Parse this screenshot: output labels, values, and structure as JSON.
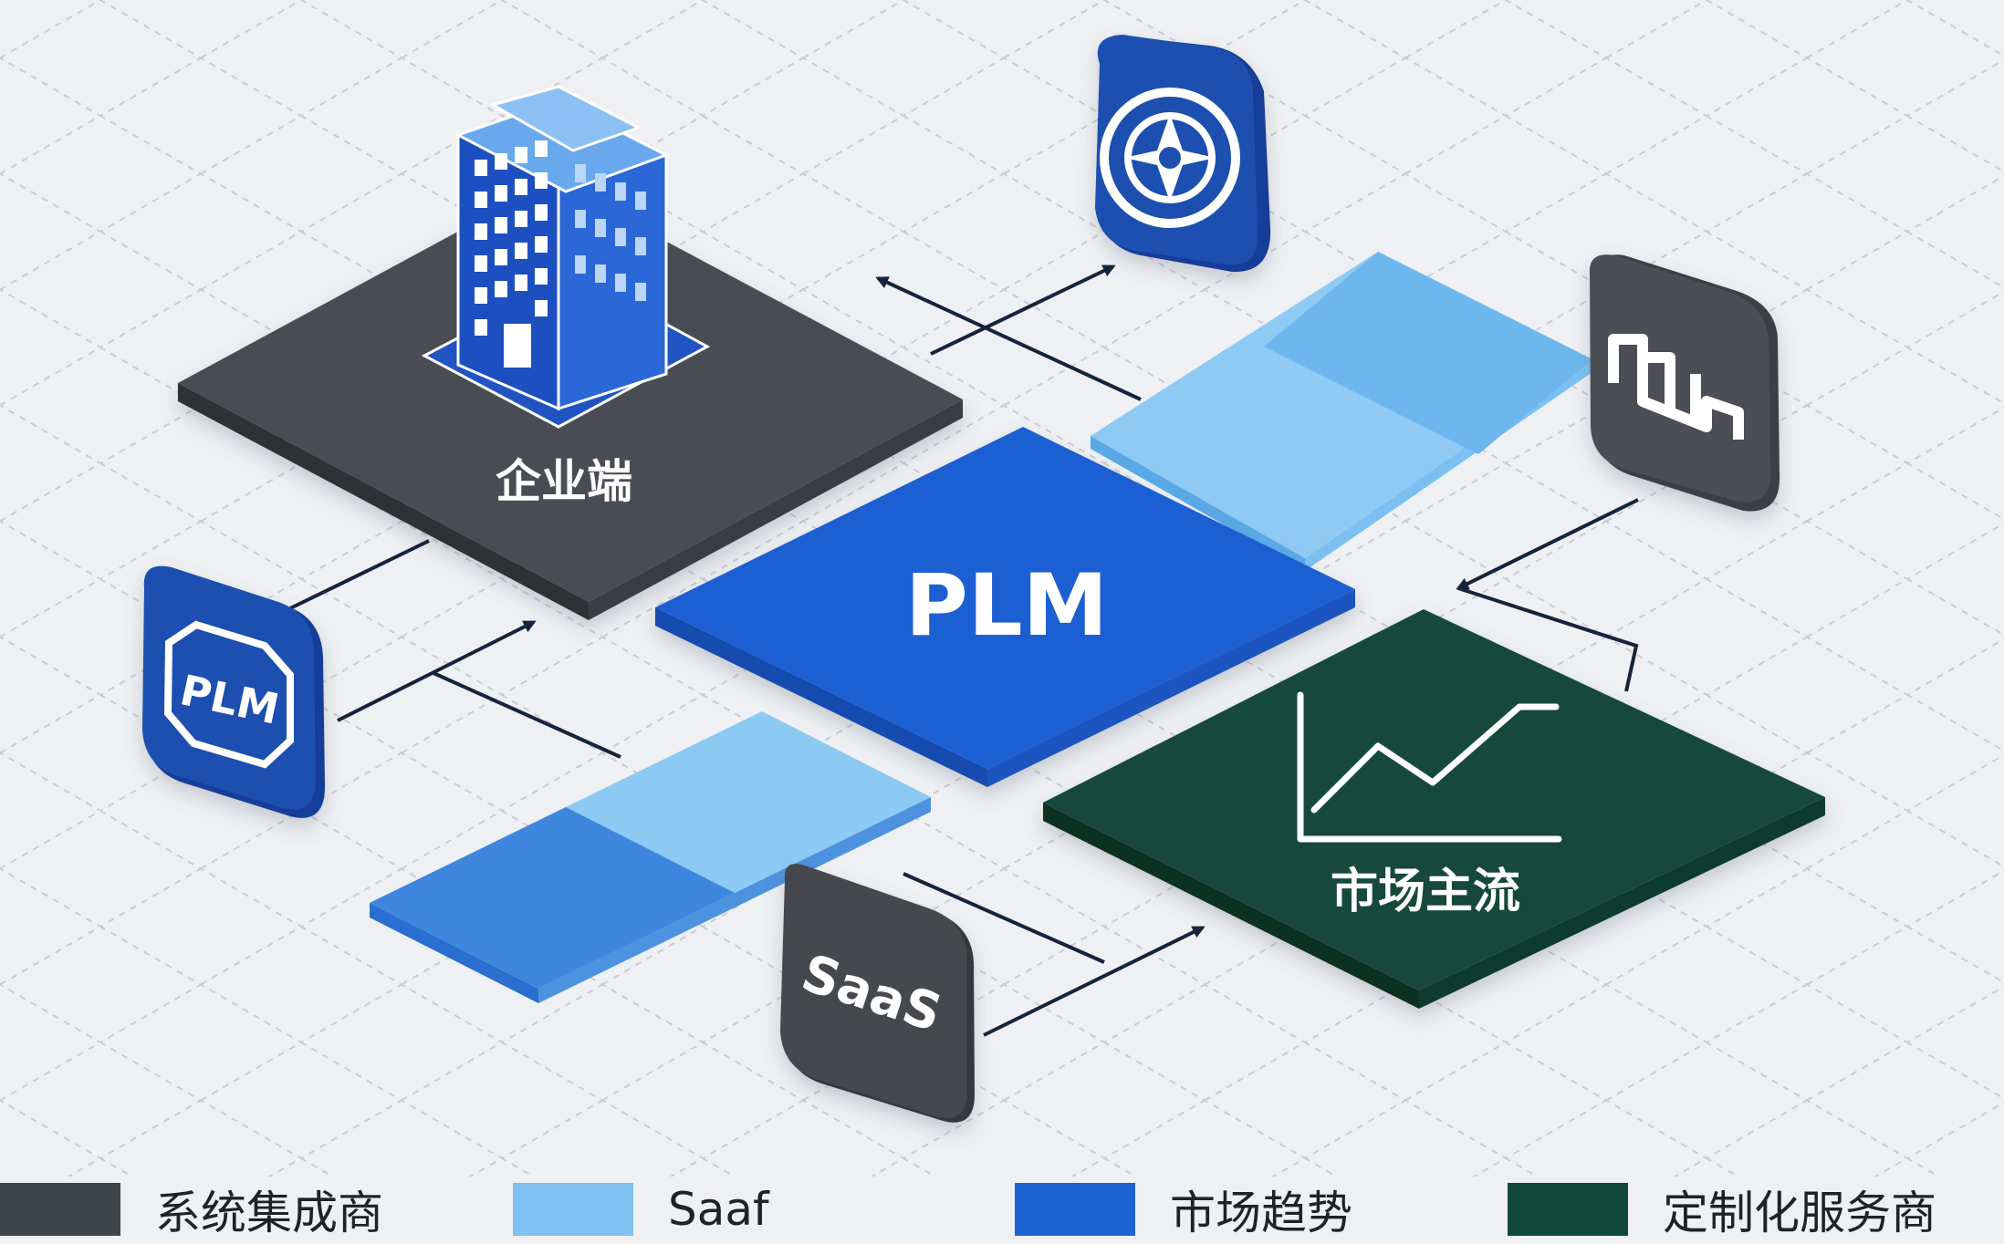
{
  "diagram": {
    "center_label": "PLM",
    "enterprise_label": "企业端",
    "market_label": "市场主流",
    "badge_plm_label": "PLM",
    "badge_saas_label": "SaaS"
  },
  "legend": [
    {
      "label": "系统集成商",
      "color": "#3f4448"
    },
    {
      "label": "Saaf",
      "color": "#7fc0f0"
    },
    {
      "label": "市场趋势",
      "color": "#1e63d4"
    },
    {
      "label": "定制化服务商",
      "color": "#12483a"
    }
  ],
  "colors": {
    "background": "#eef0f3",
    "dark_gray": "#45494d",
    "light_blue": "#7fc0f0",
    "royal_blue": "#1d5fd2",
    "dark_green": "#164a3a",
    "icon_blue": "#1f4fb0"
  }
}
